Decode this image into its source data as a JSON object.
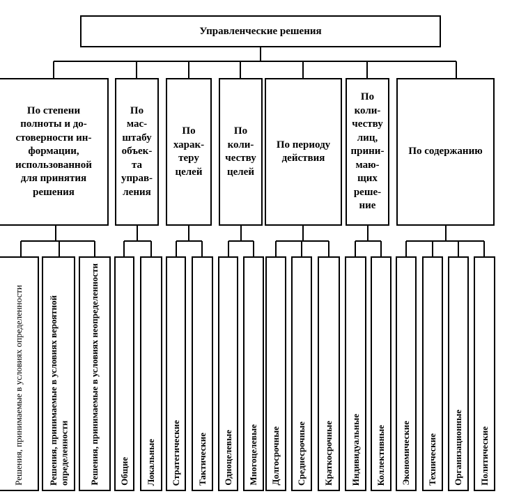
{
  "diagram": {
    "root": "Управленческие решения",
    "categories": [
      {
        "label": "По степени\nполноты и до-\nстоверности ин-\nформации,\nиспользованной\nдля принятия\nрешения",
        "leaves": [
          "Решения, принимаемые в условиях определенности",
          "Решения, принимаемые в условиях вероятной определенности",
          "Решения, принимаемые в условиях неопределенности"
        ]
      },
      {
        "label": "По\nмас-\nштабу\nобъек-\nта\nуправ-\nления",
        "leaves": [
          "Общие",
          "Локальные"
        ]
      },
      {
        "label": "По\nхарак-\nтеру\nцелей",
        "leaves": [
          "Стратегические",
          "Тактические"
        ]
      },
      {
        "label": "По\nколи-\nчеству\nцелей",
        "leaves": [
          "Одноцелевые",
          "Многоцелевые"
        ]
      },
      {
        "label": "По периоду\nдействия",
        "leaves": [
          "Долгосрочные",
          "Среднесрочные",
          "Краткосрочные"
        ]
      },
      {
        "label": "По\nколи-\nчеству\nлиц,\nприни-\nмаю-\nщих\nреше-\nние",
        "leaves": [
          "Индивидуальные",
          "Коллективные"
        ]
      },
      {
        "label": "По содержанию",
        "leaves": [
          "Экономические",
          "Технические",
          "Организационные",
          "Политические"
        ]
      }
    ]
  }
}
